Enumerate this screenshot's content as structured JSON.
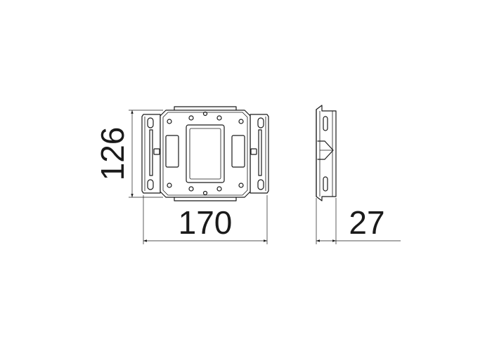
{
  "dimensions": {
    "height": "126",
    "width": "170",
    "depth": "27"
  },
  "colors": {
    "line": "#1a1a1a",
    "background": "#ffffff"
  }
}
